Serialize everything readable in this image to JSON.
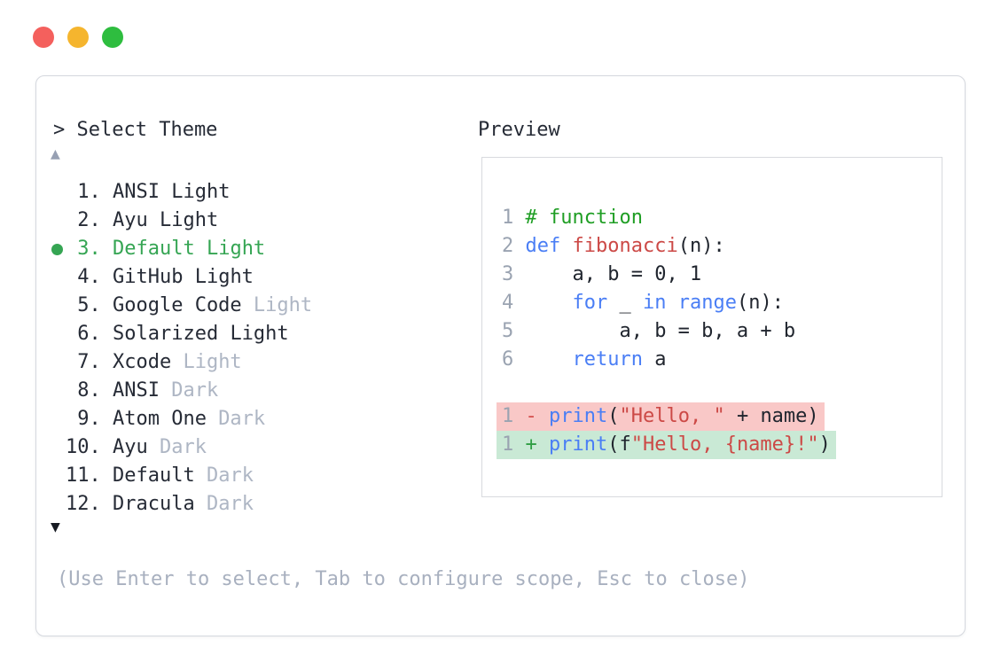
{
  "window": {
    "traffic_lights": [
      {
        "name": "close-button",
        "color": "#f4605d"
      },
      {
        "name": "minimize-button",
        "color": "#f5b52e"
      },
      {
        "name": "zoom-button",
        "color": "#2ebd3f"
      }
    ]
  },
  "selector": {
    "prompt": "> Select Theme",
    "scroll_up_icon": "▲",
    "scroll_down_icon": "▼",
    "items": [
      {
        "number": "1",
        "name": "ANSI",
        "variant": "Light",
        "variant_muted": false,
        "selected": false
      },
      {
        "number": "2",
        "name": "Ayu",
        "variant": "Light",
        "variant_muted": false,
        "selected": false
      },
      {
        "number": "3",
        "name": "Default",
        "variant": "Light",
        "variant_muted": false,
        "selected": true
      },
      {
        "number": "4",
        "name": "GitHub",
        "variant": "Light",
        "variant_muted": false,
        "selected": false
      },
      {
        "number": "5",
        "name": "Google Code",
        "variant": "Light",
        "variant_muted": true,
        "selected": false
      },
      {
        "number": "6",
        "name": "Solarized",
        "variant": "Light",
        "variant_muted": false,
        "selected": false
      },
      {
        "number": "7",
        "name": "Xcode",
        "variant": "Light",
        "variant_muted": true,
        "selected": false
      },
      {
        "number": "8",
        "name": "ANSI",
        "variant": "Dark",
        "variant_muted": true,
        "selected": false
      },
      {
        "number": "9",
        "name": "Atom One",
        "variant": "Dark",
        "variant_muted": true,
        "selected": false
      },
      {
        "number": "10",
        "name": "Ayu",
        "variant": "Dark",
        "variant_muted": true,
        "selected": false
      },
      {
        "number": "11",
        "name": "Default",
        "variant": "Dark",
        "variant_muted": true,
        "selected": false
      },
      {
        "number": "12",
        "name": "Dracula",
        "variant": "Dark",
        "variant_muted": true,
        "selected": false
      }
    ],
    "hint": "(Use Enter to select, Tab to configure scope, Esc to close)"
  },
  "preview": {
    "label": "Preview",
    "code_lines": [
      {
        "num": "1",
        "tokens": [
          {
            "t": "# function",
            "c": "comment"
          }
        ]
      },
      {
        "num": "2",
        "tokens": [
          {
            "t": "def",
            "c": "keyword"
          },
          {
            "t": " ",
            "c": "plain"
          },
          {
            "t": "fibonacci",
            "c": "name"
          },
          {
            "t": "(n):",
            "c": "plain"
          }
        ]
      },
      {
        "num": "3",
        "tokens": [
          {
            "t": "    a, b = 0, 1",
            "c": "plain"
          }
        ]
      },
      {
        "num": "4",
        "tokens": [
          {
            "t": "    ",
            "c": "plain"
          },
          {
            "t": "for",
            "c": "keyword"
          },
          {
            "t": " _ ",
            "c": "plain"
          },
          {
            "t": "in",
            "c": "keyword"
          },
          {
            "t": " ",
            "c": "plain"
          },
          {
            "t": "range",
            "c": "keyword"
          },
          {
            "t": "(n):",
            "c": "plain"
          }
        ]
      },
      {
        "num": "5",
        "tokens": [
          {
            "t": "        a, b = b, a + b",
            "c": "plain"
          }
        ]
      },
      {
        "num": "6",
        "tokens": [
          {
            "t": "    ",
            "c": "plain"
          },
          {
            "t": "return",
            "c": "keyword"
          },
          {
            "t": " a",
            "c": "plain"
          }
        ]
      }
    ],
    "diff_lines": [
      {
        "num": "1",
        "sign": "-",
        "kind": "removed",
        "tokens": [
          {
            "t": "print",
            "c": "keyword"
          },
          {
            "t": "(",
            "c": "plain"
          },
          {
            "t": "\"Hello, \"",
            "c": "string"
          },
          {
            "t": " + name)",
            "c": "plain"
          }
        ]
      },
      {
        "num": "1",
        "sign": "+",
        "kind": "added",
        "tokens": [
          {
            "t": "print",
            "c": "keyword"
          },
          {
            "t": "(f",
            "c": "plain"
          },
          {
            "t": "\"Hello, {name}!\"",
            "c": "string"
          },
          {
            "t": ")",
            "c": "plain"
          }
        ]
      }
    ]
  },
  "colors": {
    "border": "#d5d8de",
    "border2": "#d8dade",
    "dark": "#262b36",
    "code": "#20252e",
    "muted": "#aeb6c4",
    "hint": "#a8b0bf",
    "ln": "#9aa3b1",
    "green": "#35a553",
    "comment": "#1f9e24",
    "keyword": "#4a7ef5",
    "red": "#cc4946",
    "minus": "#d4504e",
    "plus": "#2f9e44",
    "bg_removed": "#f9c8c7",
    "bg_added": "#c9e9d5",
    "arrow_up": "#97a0b3",
    "arrow_down": "#171b23"
  }
}
